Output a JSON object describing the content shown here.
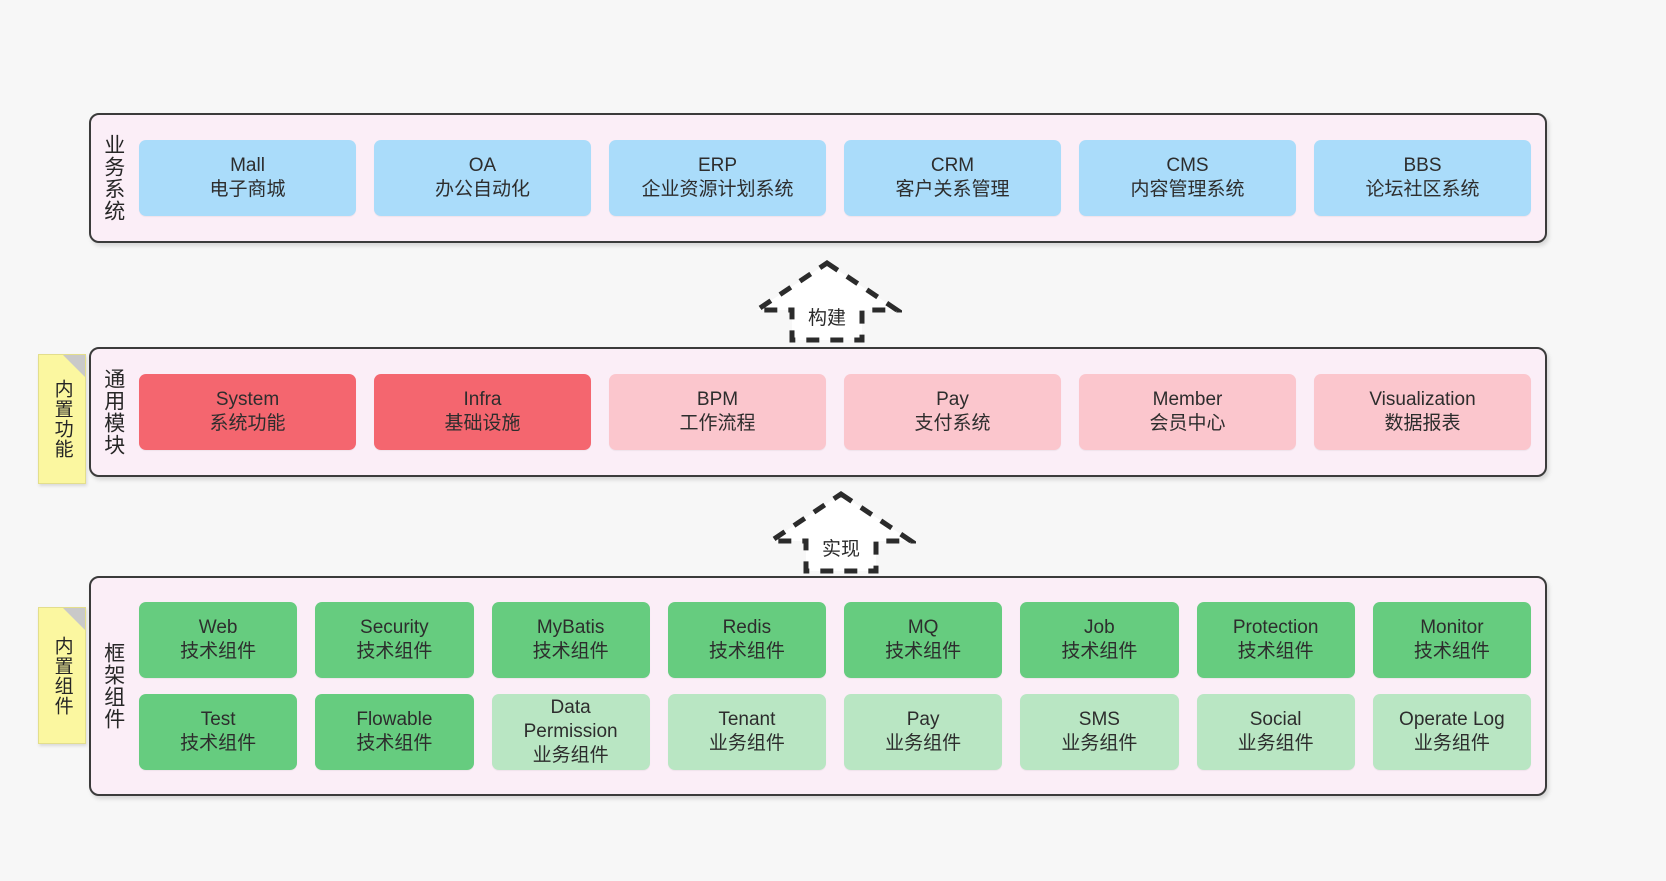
{
  "diagram": {
    "background": "#f7f7f7",
    "panel_fill": "#fbeef7",
    "panel_border": "#3b3b3b",
    "note_fill": "#fbf7a0"
  },
  "notes": [
    {
      "id": "note-builtin-function",
      "label": "内置功能"
    },
    {
      "id": "note-builtin-component",
      "label": "内置组件"
    }
  ],
  "arrows": [
    {
      "id": "arrow-build",
      "label": "构建",
      "direction": "up",
      "style": "dashed"
    },
    {
      "id": "arrow-implement",
      "label": "实现",
      "direction": "up",
      "style": "dashed"
    }
  ],
  "layers": [
    {
      "id": "layer-business-systems",
      "title": "业务系统",
      "color": "#aadcfa",
      "rows": [
        [
          {
            "name": "Mall",
            "desc": "电子商城",
            "color": "#aadcfa"
          },
          {
            "name": "OA",
            "desc": "办公自动化",
            "color": "#aadcfa"
          },
          {
            "name": "ERP",
            "desc": "企业资源计划系统",
            "color": "#aadcfa"
          },
          {
            "name": "CRM",
            "desc": "客户关系管理",
            "color": "#aadcfa"
          },
          {
            "name": "CMS",
            "desc": "内容管理系统",
            "color": "#aadcfa"
          },
          {
            "name": "BBS",
            "desc": "论坛社区系统",
            "color": "#aadcfa"
          }
        ]
      ]
    },
    {
      "id": "layer-common-modules",
      "title": "通用模块",
      "color": "#f2848b",
      "rows": [
        [
          {
            "name": "System",
            "desc": "系统功能",
            "color": "#f4666f"
          },
          {
            "name": "Infra",
            "desc": "基础设施",
            "color": "#f4666f"
          },
          {
            "name": "BPM",
            "desc": "工作流程",
            "color": "#fbc6cd"
          },
          {
            "name": "Pay",
            "desc": "支付系统",
            "color": "#fbc6cd"
          },
          {
            "name": "Member",
            "desc": "会员中心",
            "color": "#fbc6cd"
          },
          {
            "name": "Visualization",
            "desc": "数据报表",
            "color": "#fbc6cd"
          }
        ]
      ]
    },
    {
      "id": "layer-framework-components",
      "title": "框架组件",
      "color": "#66cc7f",
      "rows": [
        [
          {
            "name": "Web",
            "desc": "技术组件",
            "color": "#66cc7f"
          },
          {
            "name": "Security",
            "desc": "技术组件",
            "color": "#66cc7f"
          },
          {
            "name": "MyBatis",
            "desc": "技术组件",
            "color": "#66cc7f"
          },
          {
            "name": "Redis",
            "desc": "技术组件",
            "color": "#66cc7f"
          },
          {
            "name": "MQ",
            "desc": "技术组件",
            "color": "#66cc7f"
          },
          {
            "name": "Job",
            "desc": "技术组件",
            "color": "#66cc7f"
          },
          {
            "name": "Protection",
            "desc": "技术组件",
            "color": "#66cc7f"
          },
          {
            "name": "Monitor",
            "desc": "技术组件",
            "color": "#66cc7f"
          }
        ],
        [
          {
            "name": "Test",
            "desc": "技术组件",
            "color": "#66cc7f"
          },
          {
            "name": "Flowable",
            "desc": "技术组件",
            "color": "#66cc7f"
          },
          {
            "name": "Data\nPermission",
            "desc": "业务组件",
            "color": "#b9e6c3"
          },
          {
            "name": "Tenant",
            "desc": "业务组件",
            "color": "#b9e6c3"
          },
          {
            "name": "Pay",
            "desc": "业务组件",
            "color": "#b9e6c3"
          },
          {
            "name": "SMS",
            "desc": "业务组件",
            "color": "#b9e6c3"
          },
          {
            "name": "Social",
            "desc": "业务组件",
            "color": "#b9e6c3"
          },
          {
            "name": "Operate Log",
            "desc": "业务组件",
            "color": "#b9e6c3"
          }
        ]
      ]
    }
  ]
}
